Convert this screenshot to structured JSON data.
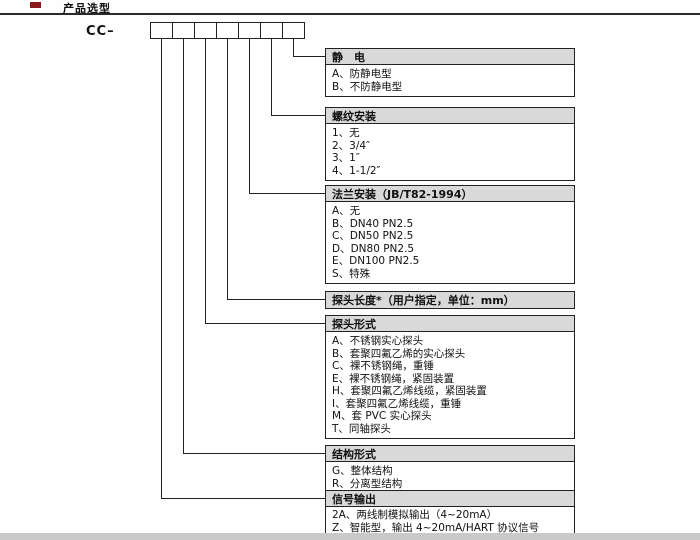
{
  "page": {
    "section_title": "产品选型",
    "model_prefix": "CC–"
  },
  "blocks": {
    "static": {
      "title": "静　电",
      "options": [
        "A、防静电型",
        "B、不防静电型"
      ]
    },
    "thread": {
      "title": "螺纹安装",
      "options": [
        "1、无",
        "2、3/4″",
        "3、1″",
        "4、1-1/2″"
      ]
    },
    "flange": {
      "title": "法兰安装（JB/T82-1994）",
      "options": [
        "A、无",
        "B、DN40 PN2.5",
        "C、DN50 PN2.5",
        "D、DN80 PN2.5",
        "E、DN100 PN2.5",
        "S、特殊"
      ]
    },
    "probe_length": {
      "title": "探头长度*（用户指定，单位：mm）",
      "options": []
    },
    "probe_type": {
      "title": "探头形式",
      "options": [
        "A、不锈钢实心探头",
        "B、套聚四氟乙烯的实心探头",
        "C、裸不锈钢绳，重锤",
        "E、裸不锈钢绳，紧固装置",
        "H、套聚四氟乙烯线缆，紧固装置",
        "I、套聚四氟乙烯线缆，重锤",
        "M、套 PVC 实心探头",
        "T、同轴探头"
      ]
    },
    "structure": {
      "title": "结构形式",
      "options": [
        "G、整体结构",
        "R、分离型结构"
      ]
    },
    "signal": {
      "title": "信号输出",
      "options": [
        "2A、两线制模拟输出（4~20mA）",
        "Z、智能型，输出 4~20mA/HART 协议信号"
      ]
    }
  }
}
